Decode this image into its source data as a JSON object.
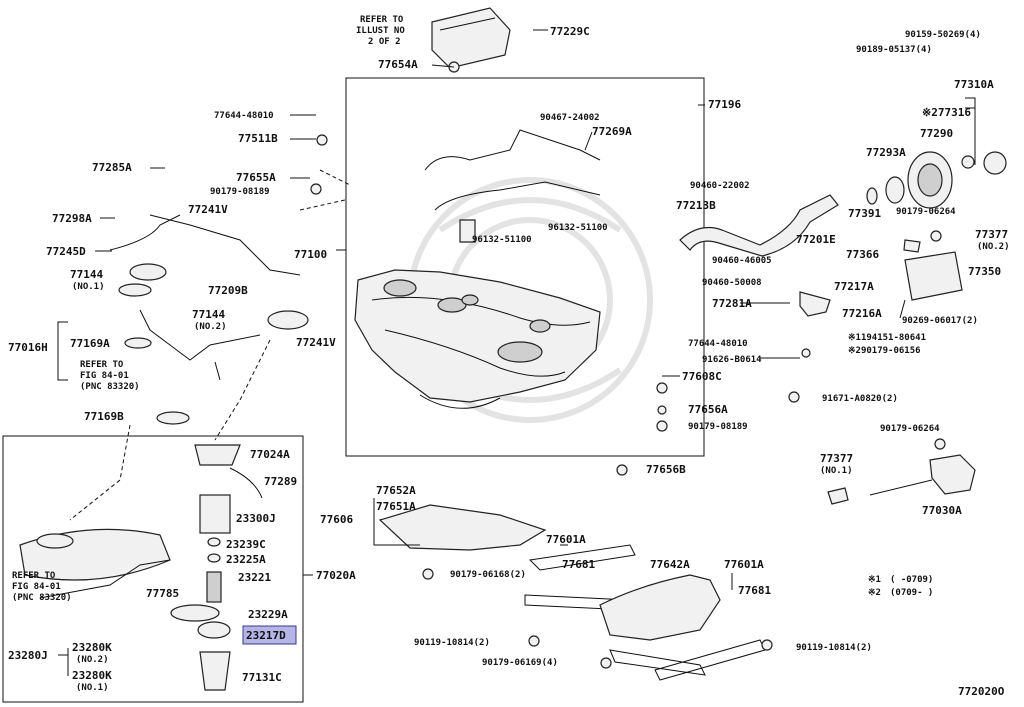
{
  "diagram_code": "772020O",
  "note_refer_illus": "REFER TO\nILLUST NO\n2 OF 2",
  "note_fig_a": "REFER TO\nFIG 84-01\n(PNC 83320)",
  "note_fig_b": "REFER TO\nFIG 84-01\n(PNC 83320)",
  "legend": [
    {
      "mark": "※1",
      "range": "(      -0709)"
    },
    {
      "mark": "※2",
      "range": "(0709-      )"
    }
  ],
  "labels": {
    "p77229C": "77229C",
    "p77654A": "77654A",
    "p90467_24002": "90467-24002",
    "p77269A": "77269A",
    "p77196": "77196",
    "p90159": "90159-50269(4)",
    "p90189": "90189-05137(4)",
    "p77310A": "77310A",
    "p77316": "※277316",
    "p77290": "77290",
    "p77644_48010_a": "77644-48010",
    "p77511B": "77511B",
    "p77285A": "77285A",
    "p77655A": "77655A",
    "p90179_08189_a": "90179-08189",
    "p77298A": "77298A",
    "p77241V_a": "77241V",
    "p77245D": "77245D",
    "p77144_1": "77144",
    "p77144_1_note": "(NO.1)",
    "p77100": "77100",
    "p77209B": "77209B",
    "p77144_2": "77144",
    "p77144_2_note": "(NO.2)",
    "p77241V_b": "77241V",
    "p77016H": "77016H",
    "p77169A": "77169A",
    "p77169B": "77169B",
    "p96132_a": "96132-51100",
    "p96132_b": "96132-51100",
    "p90460_22002": "90460-22002",
    "p77213B": "77213B",
    "p77293A": "77293A",
    "p77391": "77391",
    "p77201E": "77201E",
    "p90179_06264_a": "90179-06264",
    "p77377_2": "77377",
    "p77377_2_note": "(NO.2)",
    "p77366": "77366",
    "p90460_46005": "90460-46005",
    "p90460_50008": "90460-50008",
    "p77350": "77350",
    "p77217A": "77217A",
    "p90269": "90269-06017(2)",
    "p77281A": "77281A",
    "p77216A": "77216A",
    "p194151": "※1194151-80641",
    "p90179_06156": "※290179-06156",
    "p77644_48010_b": "77644-48010",
    "p91626": "91626-B0614",
    "p77608C": "77608C",
    "p91671": "91671-A0820(2)",
    "p77656A": "77656A",
    "p90179_08189_b": "90179-08189",
    "p90179_06264_b": "90179-06264",
    "p77377_1": "77377",
    "p77377_1_note": "(NO.1)",
    "p77030A": "77030A",
    "p77656B": "77656B",
    "p77024A": "77024A",
    "p77289": "77289",
    "p77652A": "77652A",
    "p77651A": "77651A",
    "p77606": "77606",
    "p23300J": "23300J",
    "p23239C": "23239C",
    "p23225A": "23225A",
    "p23221": "23221",
    "p77020A": "77020A",
    "p77785": "77785",
    "p23229A": "23229A",
    "p23217D": "23217D",
    "p23280J": "23280J",
    "p23280K_2": "23280K",
    "p23280K_2_note": "(NO.2)",
    "p23280K_1": "23280K",
    "p23280K_1_note": "(NO.1)",
    "p77131C": "77131C",
    "p77601A_a": "77601A",
    "p77681_a": "77681",
    "p90179_06168": "90179-06168(2)",
    "p77642A": "77642A",
    "p77601A_b": "77601A",
    "p77681_b": "77681",
    "p90119_a": "90119-10814(2)",
    "p90179_06169": "90179-06169(4)",
    "p90119_b": "90119-10814(2)"
  },
  "colors": {
    "highlight": "#b4b4e6",
    "ink": "#111111"
  }
}
